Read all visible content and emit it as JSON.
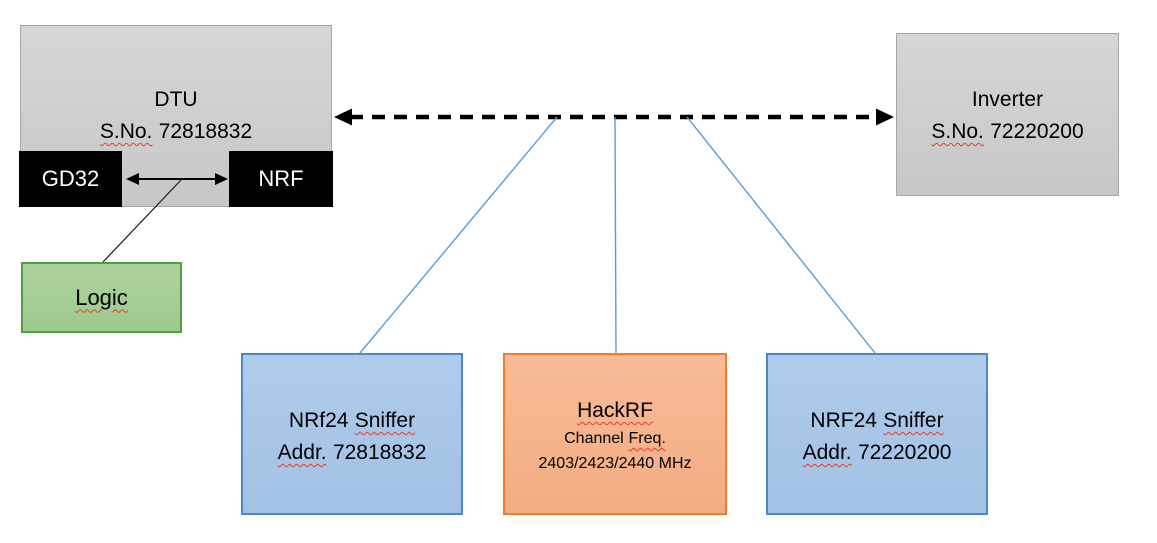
{
  "diagram": {
    "dtu": {
      "title": "DTU",
      "serial_label": "S.No.",
      "serial_number": "72818832"
    },
    "gd32": {
      "label": "GD32"
    },
    "nrf": {
      "label": "NRF"
    },
    "logic": {
      "label": "Logic"
    },
    "inverter": {
      "title": "Inverter",
      "serial_label": "S.No.",
      "serial_number": "72220200"
    },
    "sniffer_left": {
      "name_prefix": "NRf24",
      "name_word": "Sniffer",
      "addr_label": "Addr.",
      "addr_number": "72818832"
    },
    "hackrf": {
      "title": "HackRF",
      "freq_prefix": "Channel",
      "freq_label": "Freq.",
      "frequencies": "2403/2423/2440 MHz"
    },
    "sniffer_right": {
      "name_prefix": "NRF24",
      "name_word": "Sniffer",
      "addr_label": "Addr.",
      "addr_number": "72220200"
    }
  },
  "colors": {
    "gray_fill": "#cccccc",
    "gray_border": "#a6a6a6",
    "black_fill": "#000000",
    "green_fill": "#a5ce95",
    "green_border": "#52a045",
    "blue_fill": "#a8c6e8",
    "blue_border": "#4d87c7",
    "orange_fill": "#f5b48e",
    "orange_border": "#ed7d31",
    "connector_blue": "#5b9bd5",
    "arrow_black": "#000000",
    "spellcheck_red": "#e0402d"
  }
}
